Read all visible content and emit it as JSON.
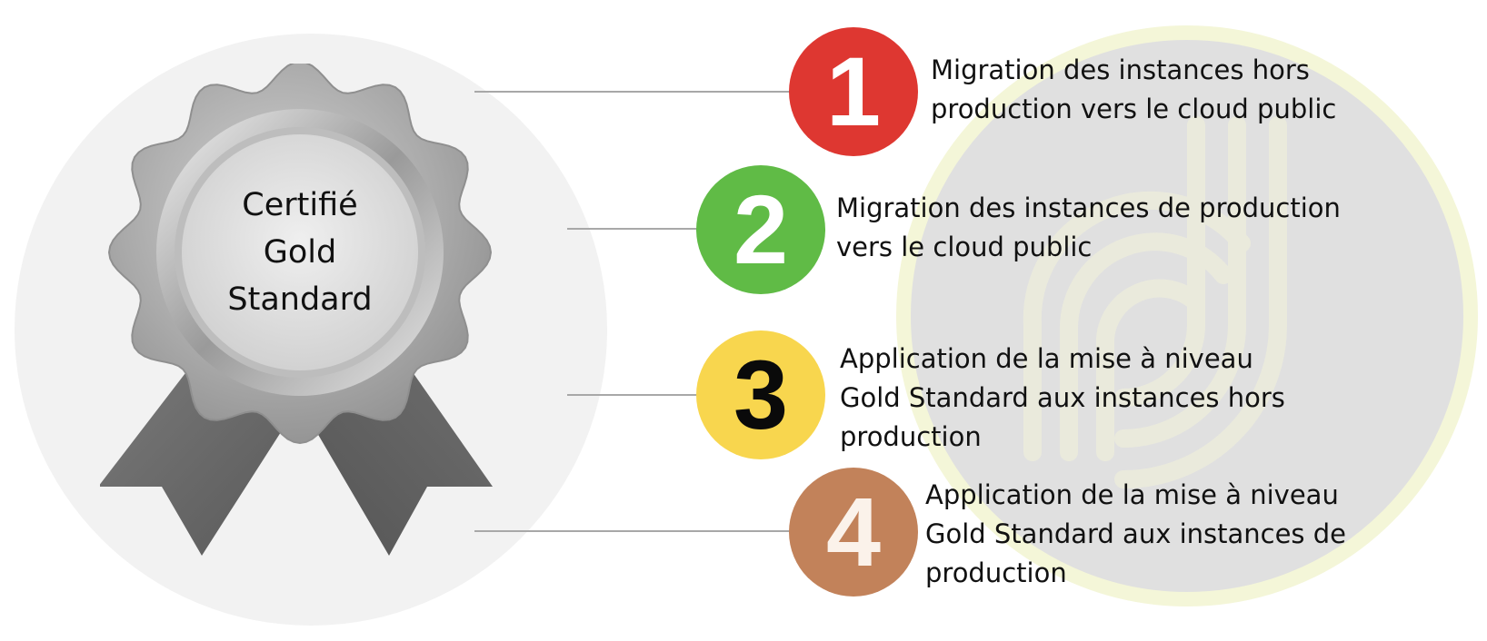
{
  "badge": {
    "lines": [
      "Certifié",
      "Gold",
      "Standard"
    ]
  },
  "steps": [
    {
      "number": "1",
      "color": "#de3731",
      "number_color": "#ffffff",
      "lines": [
        "Migration des instances hors",
        "production vers le cloud public"
      ]
    },
    {
      "number": "2",
      "color": "#60bb46",
      "number_color": "#ffffff",
      "lines": [
        "Migration des instances de production",
        "vers le cloud public"
      ]
    },
    {
      "number": "3",
      "color": "#f8d64e",
      "number_color": "#0a0a0a",
      "lines": [
        "Application de la mise à niveau",
        "Gold Standard aux instances hors",
        "production"
      ]
    },
    {
      "number": "4",
      "color": "#c2825a",
      "number_color": "#fbf2ea",
      "lines": [
        "Application de la mise à niveau",
        "Gold Standard aux instances de",
        "production"
      ]
    }
  ]
}
